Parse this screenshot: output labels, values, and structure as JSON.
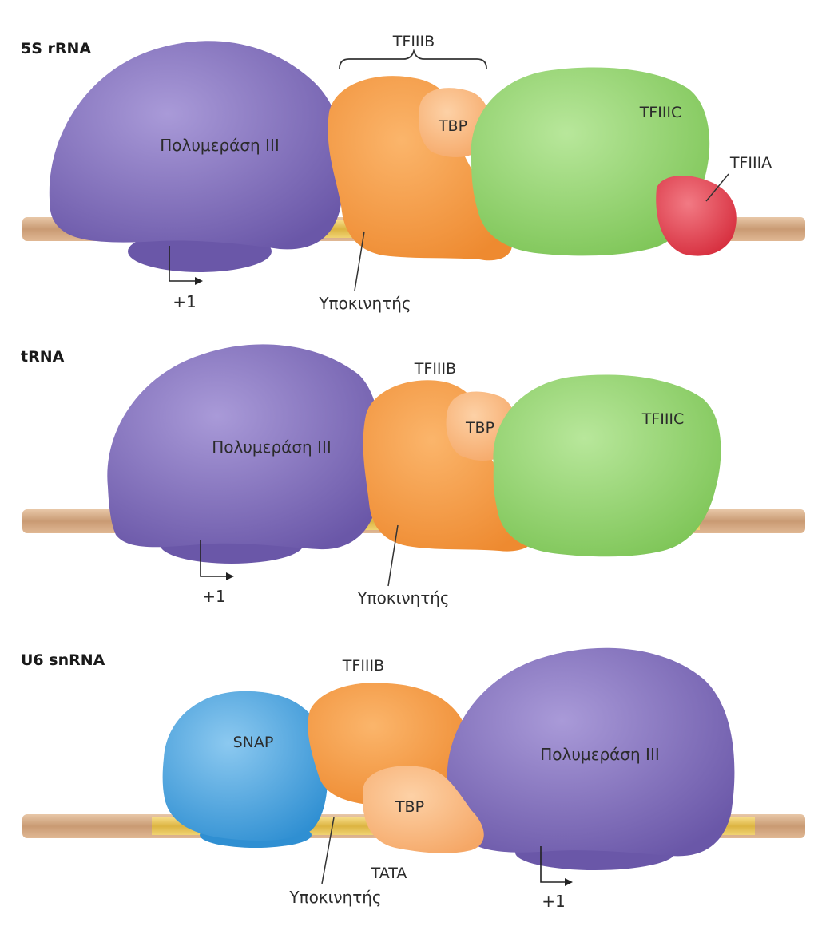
{
  "panels": [
    {
      "title": "5S rRNA",
      "labels": {
        "tfiiib": "TFIIIB",
        "polymerase": "Πολυμεράση III",
        "tbp": "TBP",
        "tfiiic": "TFIIIC",
        "tfiiia": "TFIIIA",
        "start": "+1",
        "promoter": "Υποκινητής"
      }
    },
    {
      "title": "tRNA",
      "labels": {
        "tfiiib": "TFIIIB",
        "polymerase": "Πολυμεράση III",
        "tbp": "TBP",
        "tfiiic": "TFIIIC",
        "start": "+1",
        "promoter": "Υποκινητής"
      }
    },
    {
      "title": "U6 snRNA",
      "labels": {
        "tfiiib": "TFIIIB",
        "snap": "SNAP",
        "polymerase": "Πολυμεράση III",
        "tbp": "TBP",
        "tata": "TATA",
        "promoter": "Υποκινητής",
        "start": "+1"
      }
    }
  ],
  "colors": {
    "polymerase": "#7b68b8",
    "tfiiib": "#f59a45",
    "tbp": "#f9b77c",
    "tfiiic": "#90d26a",
    "tfiiia": "#e2404e",
    "snap": "#3ea0de",
    "dna": "#d6ae8c",
    "promoter_dna": "#e8c65a"
  }
}
